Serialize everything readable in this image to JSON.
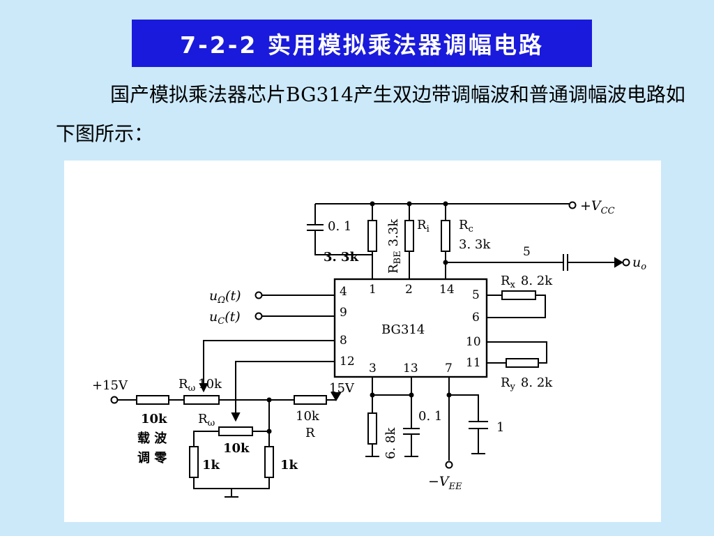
{
  "title": "7-2-2 实用模拟乘法器调幅电路",
  "intro": "国产模拟乘法器芯片BG314产生双边带调幅波和普通调幅波电路如下图所示：",
  "diagram": {
    "chip_name": "BG314",
    "pins": {
      "p4": "4",
      "p9": "9",
      "p8": "8",
      "p12": "12",
      "p1": "1",
      "p2": "2",
      "p14": "14",
      "p5": "5",
      "p6": "6",
      "p10": "10",
      "p11": "11",
      "p3": "3",
      "p13": "13",
      "p7": "7"
    },
    "supply": {
      "vcc_plus": "+",
      "vcc_v": "V",
      "vcc_sub": "CC",
      "vee_minus": "−",
      "vee_v": "V",
      "vee_sub": "EE",
      "plus15": "+15V",
      "v15": "15V"
    },
    "inputs": {
      "u_omega_u": "u",
      "u_omega_sub": "Ω",
      "u_omega_t": "(t)",
      "u_c_u": "u",
      "u_c_sub": "C",
      "u_c_t": "(t)"
    },
    "output": {
      "uo_u": "u",
      "uo_sub": "o",
      "pin5_label": "5"
    },
    "components": {
      "cap_top": "0. 1",
      "res_top_left": "3. 3k",
      "rbe_r": "R",
      "rbe_sub": "BE",
      "rbe_value": "3.3k",
      "ri_r": "R",
      "ri_sub": "i",
      "rc_r": "R",
      "rc_sub": "c",
      "rc_value": "3. 3k",
      "rx_r": "R",
      "rx_sub": "x",
      "rx_value": "8. 2k",
      "ry_r": "R",
      "ry_sub": "y",
      "ry_value": "8. 2k",
      "rw1_r": "R",
      "rw1_sub": "ω",
      "rw1_value": "10k",
      "rw2_r": "R",
      "rw2_sub": "ω",
      "rw2_value": "10k",
      "res_10k_left": "10k",
      "res_10k_right": "10k",
      "res_r": "R",
      "res_1k_left": "1k",
      "res_1k_right": "1k",
      "res_68k": "6. 8k",
      "cap_01_bottom": "0. 1",
      "cap_1": "1",
      "carrier_zero_line1": "载 波",
      "carrier_zero_line2": "调 零"
    }
  }
}
